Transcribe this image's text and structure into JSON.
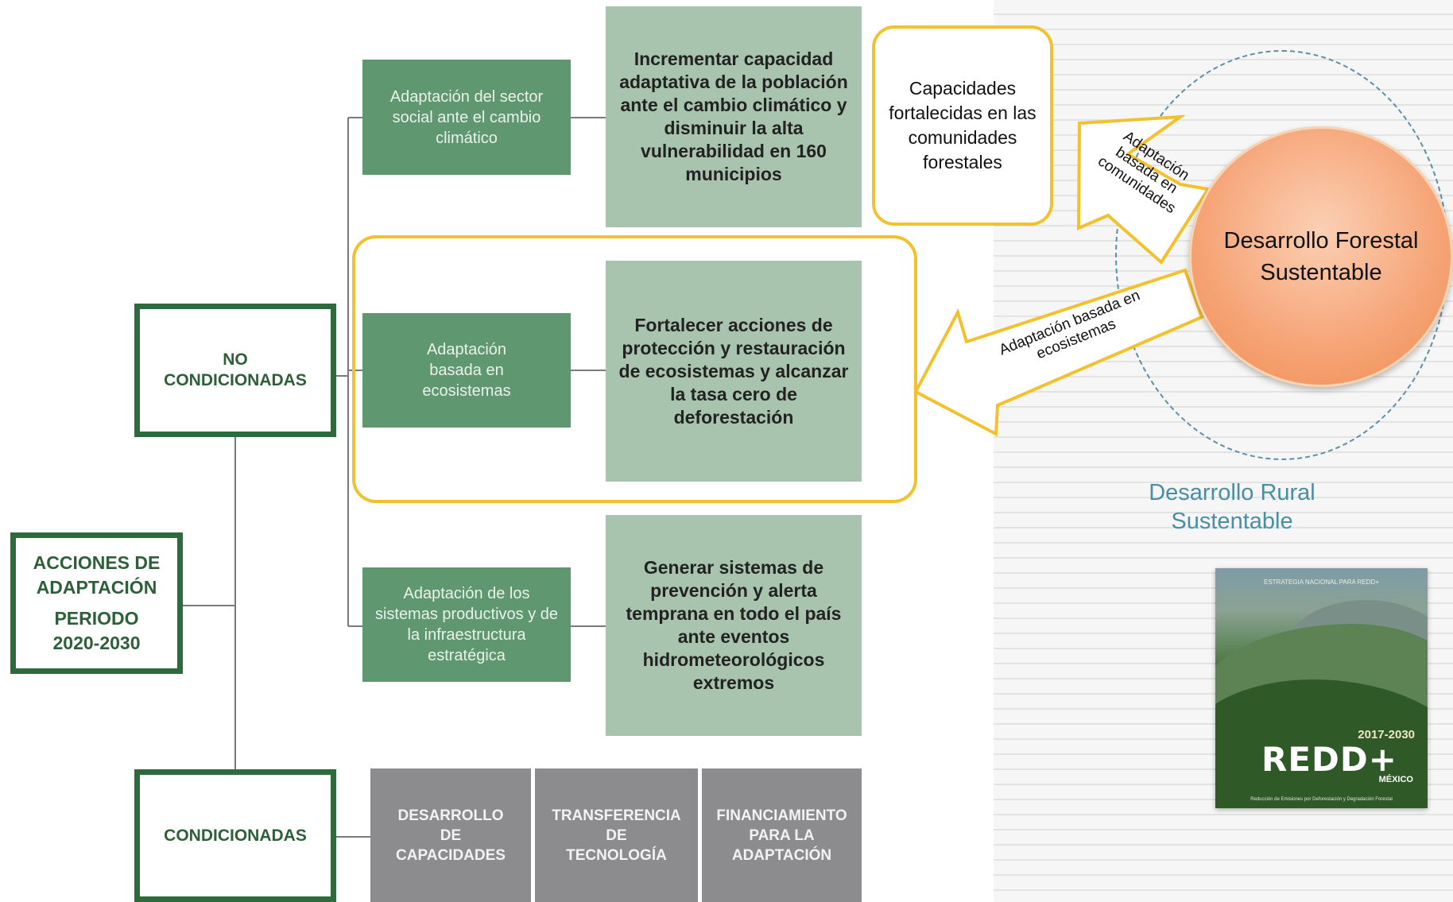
{
  "left": {
    "root_line1": "ACCIONES DE",
    "root_line2": "ADAPTACIÓN",
    "root_line3": "PERIODO",
    "root_line4": "2020-2030",
    "no_cond_line1": "NO",
    "no_cond_line2": "CONDICIONADAS",
    "cond": "CONDICIONADAS",
    "cat1": "Adaptación del sector social ante el cambio climático",
    "cat2": "Adaptación basada en ecosistemas",
    "cat3": "Adaptación de los sistemas productivos y de la infraestructura estratégica",
    "goal1": "Incrementar capacidad adaptativa de la población ante el cambio climático y disminuir la alta vulnerabilidad en 160 municipios",
    "goal2": "Fortalecer acciones de protección y restauración de ecosistemas y alcanzar la tasa cero de deforestación",
    "goal3": "Generar sistemas de prevención y alerta temprana en todo el país ante eventos hidrometeorológicos extremos",
    "g1a": "DESARROLLO",
    "g1b": "DE",
    "g1c": "CAPACIDADES",
    "g2a": "TRANSFERENCIA",
    "g2b": "DE",
    "g2c": "TECNOLOGÍA",
    "g3a": "FINANCIAMIENTO",
    "g3b": "PARA LA",
    "g3c": "ADAPTACIÓN"
  },
  "right": {
    "capacidades": "Capacidades fortalecidas en las comunidades forestales",
    "arrow1_l1": "Adaptación",
    "arrow1_l2": "basada en",
    "arrow1_l3": "comunidades",
    "arrow2_l1": "Adaptación basada en",
    "arrow2_l2": "ecosistemas",
    "sun": "Desarrollo Forestal Sustentable",
    "drs": "Desarrollo Rural Sustentable",
    "cover_header": "ESTRATEGIA NACIONAL PARA REDD+",
    "cover_years": "2017-2030",
    "cover_logo": "REDD+",
    "cover_country": "MÉXICO",
    "cover_sub": "Reducción de Emisiones por Deforestación y Degradación Forestal"
  },
  "colors": {
    "dark_green": "#2e6b3c",
    "mid_green": "#5f9770",
    "light_green": "#a8c4ae",
    "gray": "#8c8c8e",
    "yellow": "#f2c12e",
    "sun": "#f6a679",
    "teal_text": "#4a8ea6"
  }
}
